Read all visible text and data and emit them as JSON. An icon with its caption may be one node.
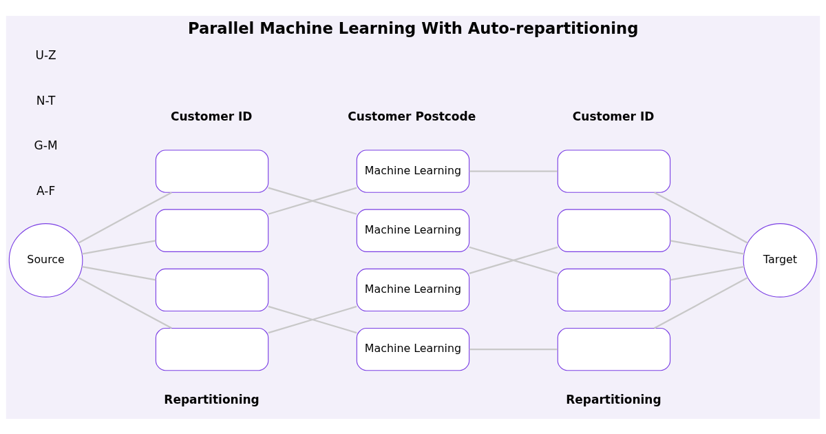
{
  "diagram": {
    "title": "Parallel Machine Learning With Auto-repartitioning",
    "nodes": [
      {
        "text": [],
        "shape": "box"
      },
      {
        "text": [],
        "shape": "box"
      },
      {
        "text": [],
        "shape": "box"
      },
      {
        "text": [],
        "shape": "box"
      },
      {
        "text": [
          "Machine Learning"
        ]
      },
      {
        "text": [
          "Machine Learning"
        ]
      },
      {
        "text": [
          "Machine Learning"
        ]
      },
      {
        "text": [
          "Machine Learning"
        ]
      },
      {
        "text": [],
        "shape": "box"
      },
      {
        "text": [],
        "shape": "box"
      },
      {
        "text": [],
        "shape": "box"
      },
      {
        "text": [],
        "shape": "box"
      },
      {
        "text": [
          "Source"
        ]
      },
      {
        "text": [
          "Target"
        ]
      }
    ],
    "edges": [
      {
        "from": 12,
        "to": 0,
        "arrow": "none"
      },
      {
        "from": 12,
        "to": 1,
        "arrow": "none"
      },
      {
        "from": 12,
        "to": 2,
        "arrow": "none"
      },
      {
        "from": 12,
        "to": 3,
        "arrow": "none"
      },
      {
        "from": 0,
        "to": 5,
        "arrow": "none"
      },
      {
        "from": 1,
        "to": 4,
        "arrow": "none"
      },
      {
        "from": 2,
        "to": 7,
        "arrow": "none"
      },
      {
        "from": 3,
        "to": 6,
        "arrow": "none"
      },
      {
        "from": 4,
        "to": 8,
        "arrow": "none"
      },
      {
        "from": 5,
        "to": 10,
        "arrow": "none"
      },
      {
        "from": 6,
        "to": 9,
        "arrow": "none"
      },
      {
        "from": 7,
        "to": 11,
        "arrow": "none"
      },
      {
        "from": 8,
        "to": 13,
        "arrow": "none"
      },
      {
        "from": 9,
        "to": 13,
        "arrow": "none"
      },
      {
        "from": 10,
        "to": 13,
        "arrow": "none"
      },
      {
        "from": 11,
        "to": 13,
        "arrow": "none"
      }
    ],
    "labels": [
      "Customer ID",
      "Customer Postcode",
      "Customer ID",
      "U-Z",
      "N-T",
      "G-M",
      "A-F",
      "Repartitioning",
      "Repartitioning"
    ]
  }
}
